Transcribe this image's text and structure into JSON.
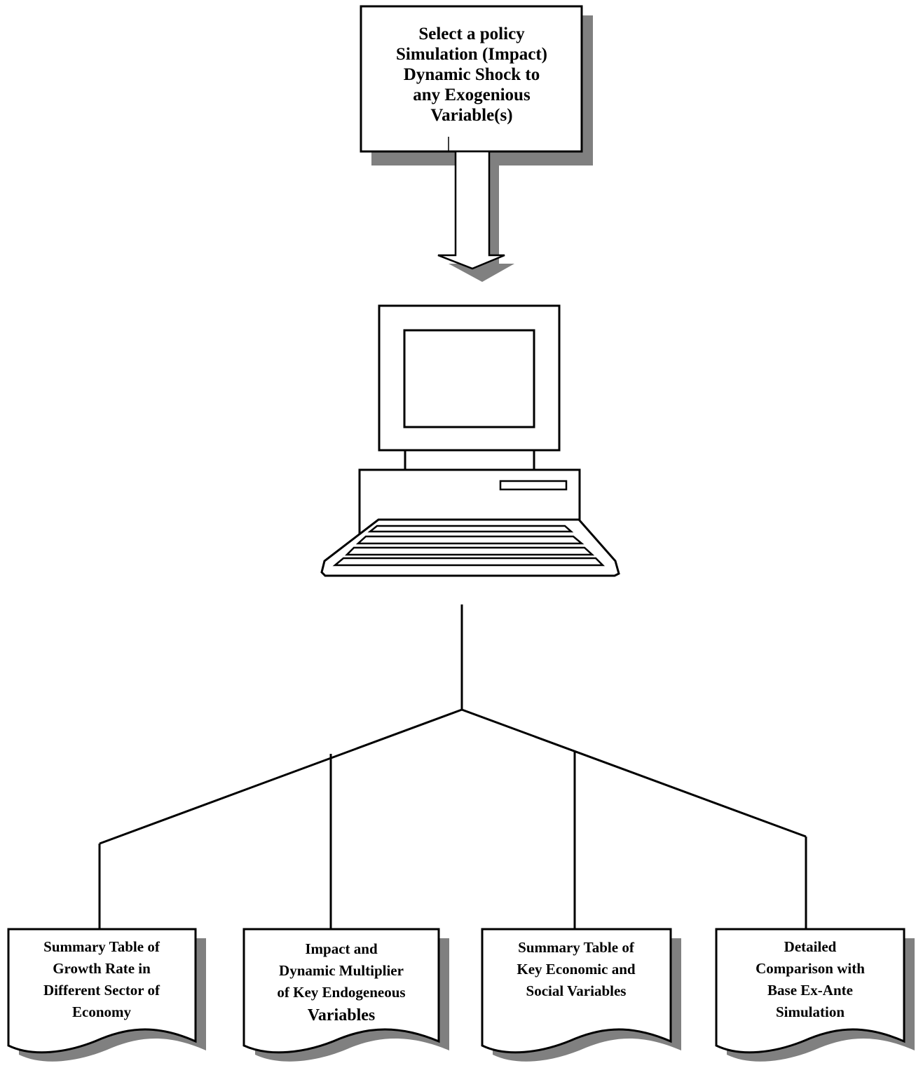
{
  "top_box": {
    "lines": [
      "Select a policy",
      "Simulation (Impact)",
      "Dynamic Shock to",
      "any Exogenious",
      "Variable(s)"
    ]
  },
  "outputs": [
    {
      "lines": [
        "Summary Table of",
        "Growth Rate in",
        "Different Sector of",
        "Economy"
      ]
    },
    {
      "lines": [
        "Impact and",
        "Dynamic Multiplier",
        "of Key Endogeneous",
        "Variables"
      ]
    },
    {
      "lines": [
        "Summary Table of",
        "Key Economic and",
        "Social Variables"
      ]
    },
    {
      "lines": [
        "Detailed",
        "Comparison with",
        "Base Ex-Ante",
        "Simulation"
      ]
    }
  ],
  "colors": {
    "stroke": "#000000",
    "shadow": "#808080",
    "fill": "#ffffff"
  },
  "icons": {
    "computer": "desktop-computer-icon",
    "arrow": "down-arrow"
  }
}
